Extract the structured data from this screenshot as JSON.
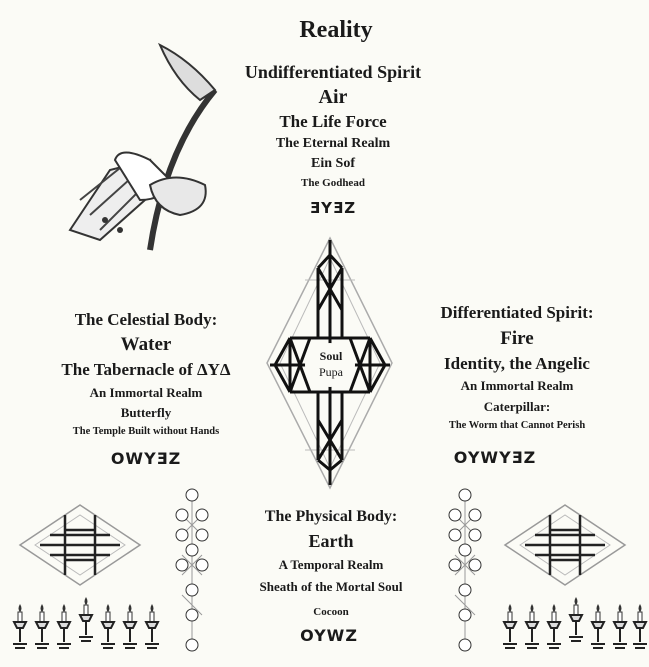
{
  "top": {
    "title": "Reality",
    "lines": [
      "Undifferentiated Spirit",
      "Air",
      "The Life Force",
      "The Eternal Realm",
      "Ein Sof",
      "The Godhead"
    ],
    "glyph": "ƎYƎZ"
  },
  "left": {
    "lines": [
      "The Celestial Body:",
      "Water",
      "The Tabernacle of ΔYΔ",
      "An Immortal Realm",
      "Butterfly",
      "The Temple Built without Hands"
    ],
    "glyph": "OWYƎZ"
  },
  "right": {
    "lines": [
      "Differentiated Spirit:",
      "Fire",
      "Identity, the Angelic",
      "An Immortal Realm",
      "Caterpillar:",
      "The Worm that Cannot Perish"
    ],
    "glyph": "OYWYƎZ"
  },
  "bottom": {
    "lines": [
      "The Physical Body:",
      "Earth",
      "A Temporal Realm",
      "Sheath of the Mortal Soul",
      "Cocoon"
    ],
    "glyph": "OYWZ"
  },
  "center": {
    "line1": "Soul",
    "line2": "Pupa"
  }
}
